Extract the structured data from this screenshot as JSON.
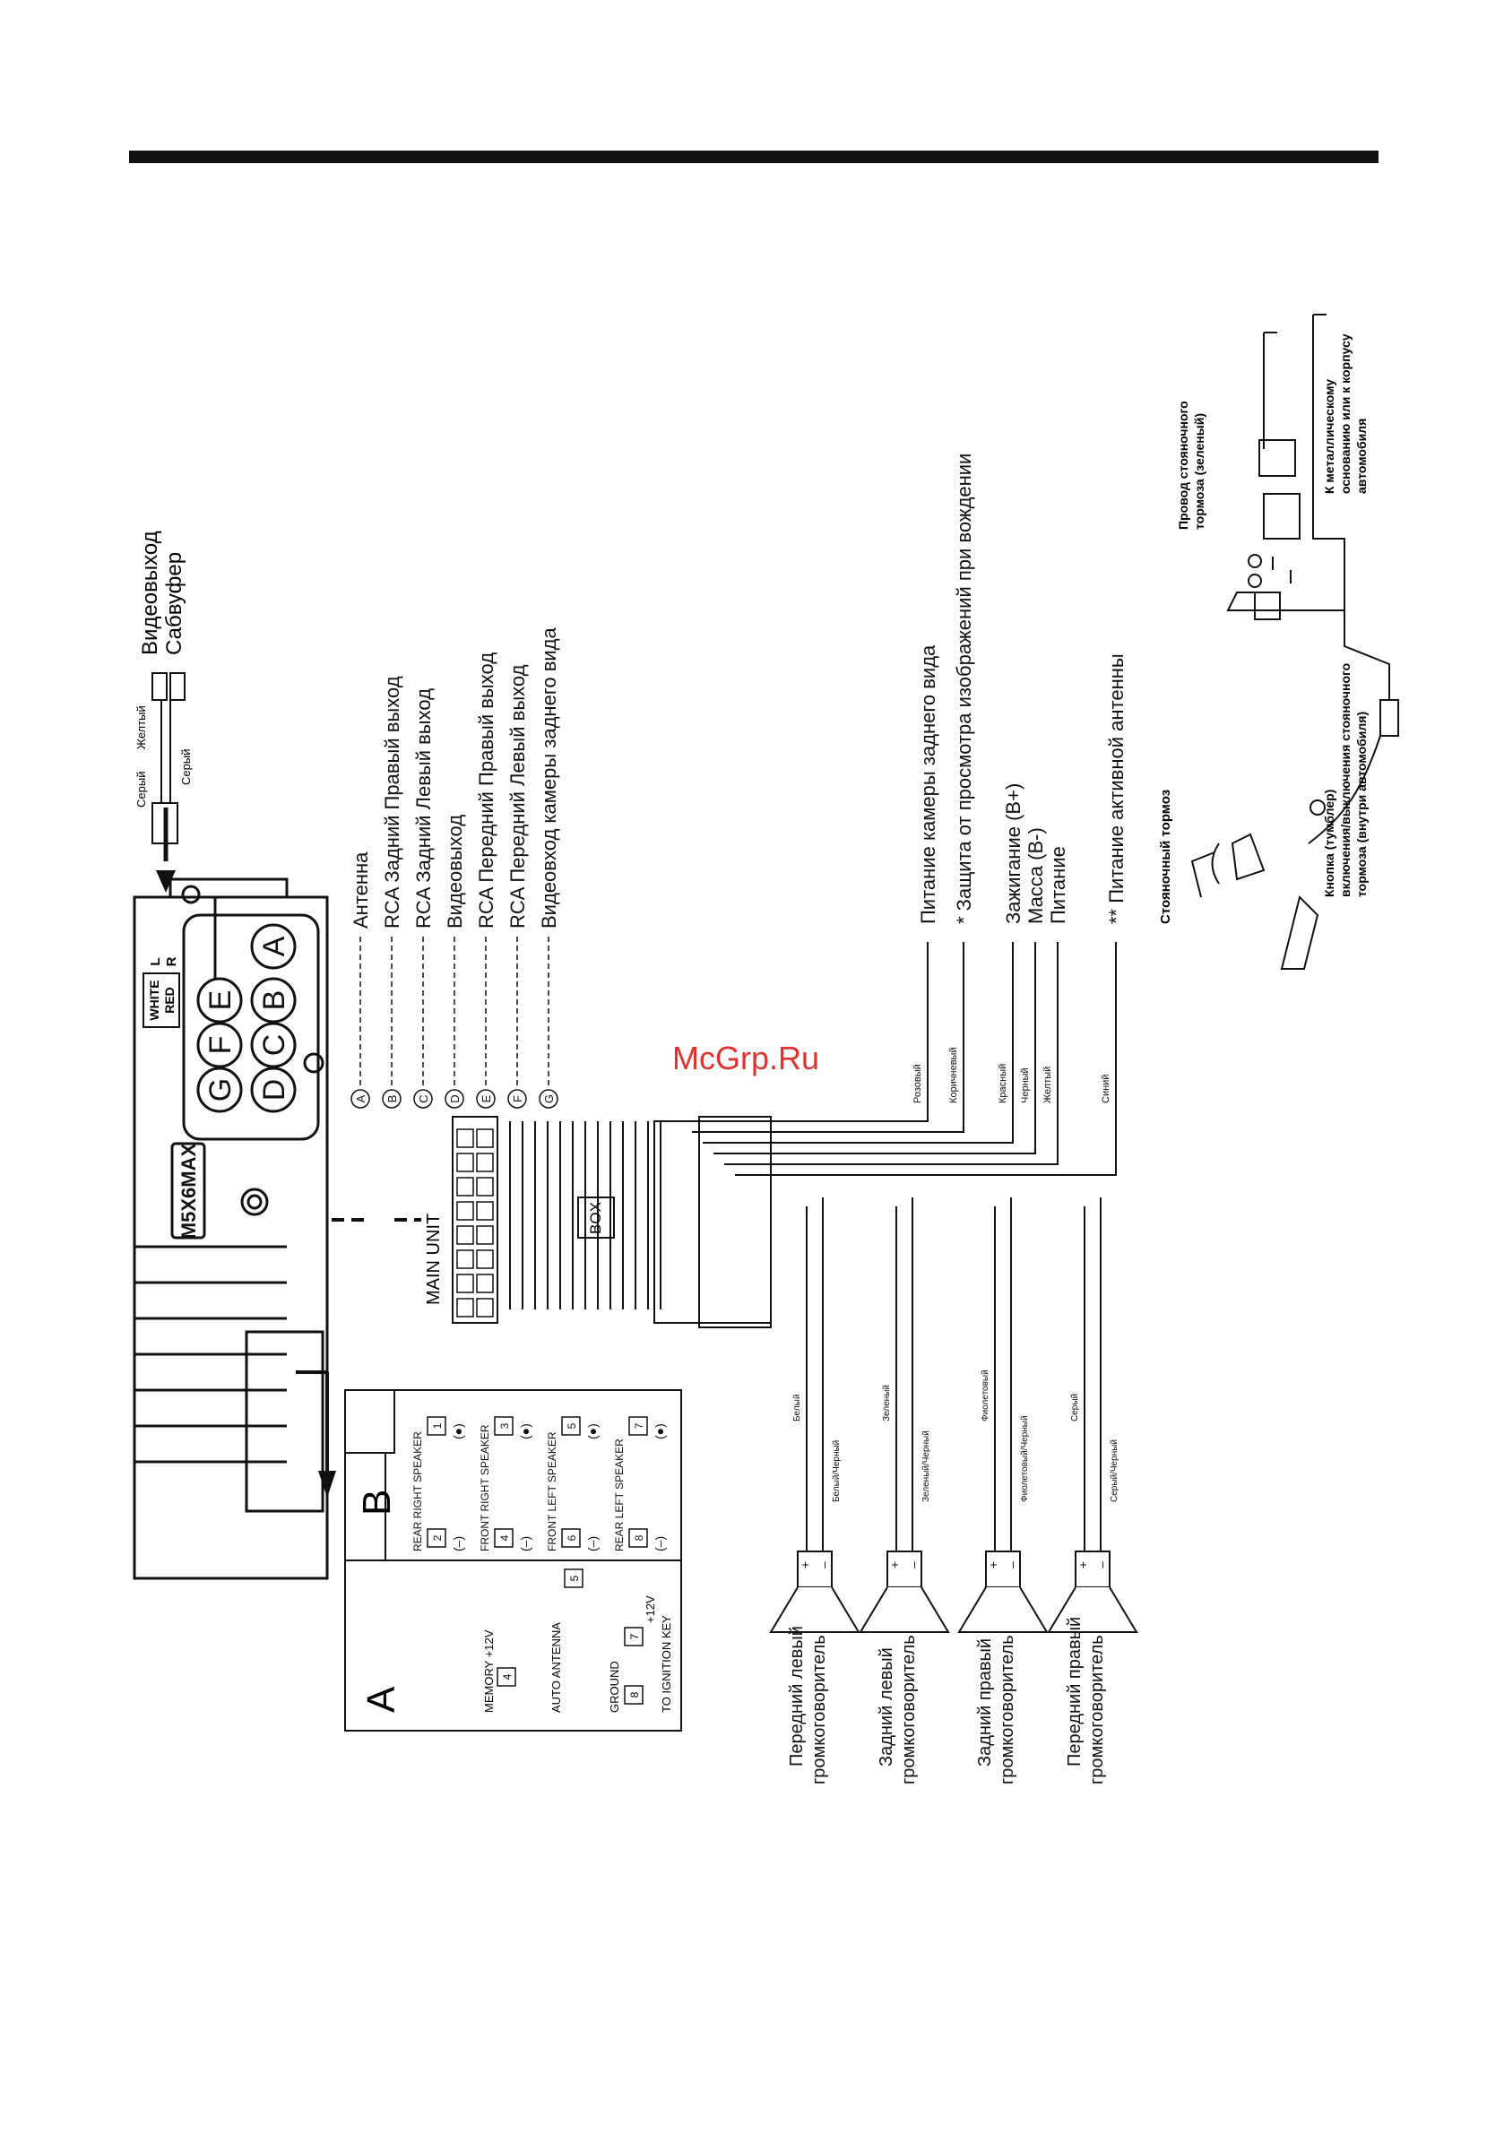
{
  "watermark": "McGrp.Ru",
  "unit": {
    "model": "M5X6MAX",
    "white": "WHITE",
    "red": "RED",
    "l": "L",
    "r": "R",
    "sockets": [
      "G",
      "F",
      "E",
      "D",
      "C",
      "B",
      "A"
    ],
    "main_unit": "MAIN UNIT",
    "box": "BOX"
  },
  "top_cable": {
    "wire_gray": "Серый",
    "wire_yellow": "Желтый",
    "wire_gray2": "Серый",
    "label_video": "Видеовыход",
    "label_sub": "Сабвуфер"
  },
  "legend": [
    {
      "letter": "A",
      "text": "Антенна"
    },
    {
      "letter": "B",
      "text": "RCA Задний Правый выход"
    },
    {
      "letter": "C",
      "text": "RCA Задний Левый выход"
    },
    {
      "letter": "D",
      "text": "Видеовыход"
    },
    {
      "letter": "E",
      "text": "RCA Передний Правый выход"
    },
    {
      "letter": "F",
      "text": "RCA Передний Левый выход"
    },
    {
      "letter": "G",
      "text": "Видеовход камеры заднего вида"
    }
  ],
  "wires": [
    {
      "color": "Розовый",
      "label": "Питание камеры заднего вида"
    },
    {
      "color": "Коричневый",
      "label": "* Защита от просмотра изображений при вождении"
    },
    {
      "color": "Красный",
      "label": "Зажигание (B+)"
    },
    {
      "color": "Черный",
      "label": "Масса (B-)"
    },
    {
      "color": "Желтый",
      "label": "Питание"
    },
    {
      "color": "Синий",
      "label": "** Питание активной антенны"
    }
  ],
  "speakers": [
    {
      "pos": "Белый",
      "neg": "Белый/Черный",
      "name1": "Передний левый",
      "name2": "громкоговоритель"
    },
    {
      "pos": "Зеленый",
      "neg": "Зеленый/Черный",
      "name1": "Задний левый",
      "name2": "громкоговоритель"
    },
    {
      "pos": "Фиолетовый",
      "neg": "Фиолетовый/Черный",
      "name1": "Задний правый",
      "name2": "громкоговоритель"
    },
    {
      "pos": "Серый",
      "neg": "Серый/Черный",
      "name1": "Передний правый",
      "name2": "громкоговоритель"
    }
  ],
  "connector_a": {
    "letter": "A",
    "memory": "MEMORY +12V",
    "memory_pin": "4",
    "auto_antenna": "AUTO ANTENNA",
    "auto_antenna_pin": "5",
    "ground": "GROUND",
    "ground_pin": "8",
    "ign_pin": "7",
    "ign_v": "+12V",
    "ign_key": "TO IGNITION KEY"
  },
  "connector_b": {
    "letter": "B",
    "rows": [
      {
        "title": "REAR RIGHT SPEAKER",
        "neg_pin": "2",
        "pos_pin": "1"
      },
      {
        "title": "FRONT RIGHT SPEAKER",
        "neg_pin": "4",
        "pos_pin": "3"
      },
      {
        "title": "FRONT LEFT SPEAKER",
        "neg_pin": "6",
        "pos_pin": "5"
      },
      {
        "title": "REAR LEFT SPEAKER",
        "neg_pin": "8",
        "pos_pin": "7"
      }
    ],
    "neg_sym": "(–)",
    "pos_sym": "(●)"
  },
  "brake": {
    "title": "Стояночный тормоз",
    "button1": "Кнопка (тумблер)",
    "button2": "включения/выключения стояночного",
    "button3": "тормоза (внутри автомобиля)",
    "wire1": "Провод стояночного",
    "wire2": "тормоза (зеленый)",
    "ground1": "К металлическому",
    "ground2": "основанию или к корпусу",
    "ground3": "автомобиля"
  }
}
